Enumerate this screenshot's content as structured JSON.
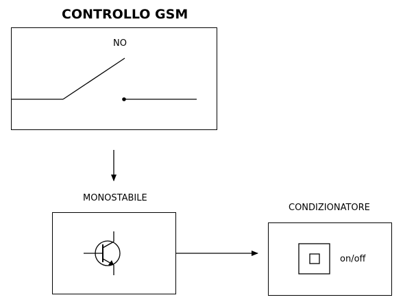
{
  "title": "CONTROLLO GSM",
  "gsm_switch": {
    "contact_label": "NO"
  },
  "monostable": {
    "label": "MONOSTABILE"
  },
  "conditioner": {
    "label": "CONDIZIONATORE",
    "button_label": "on/off"
  },
  "colors": {
    "line": "#000000",
    "background": "#ffffff"
  }
}
